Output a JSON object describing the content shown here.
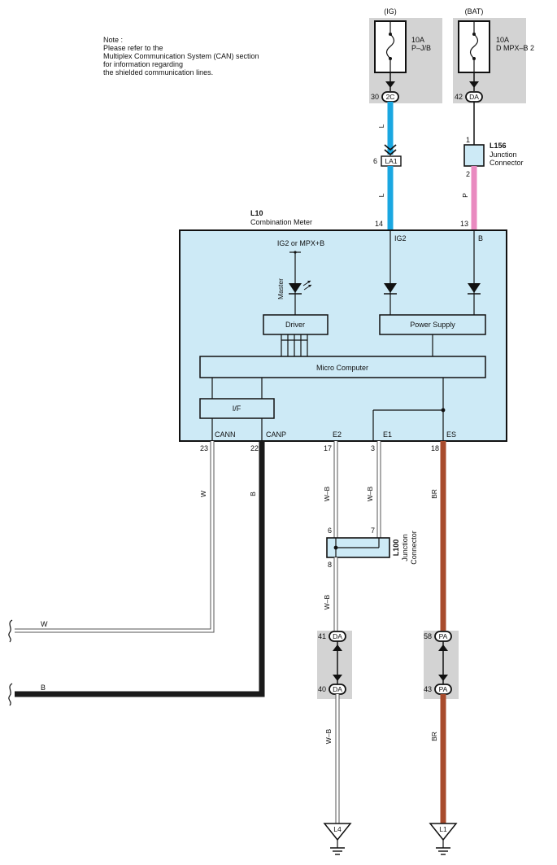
{
  "note": {
    "lines": [
      "Note :",
      "Please refer to the",
      "Multiplex Communication System (CAN) section",
      "for information regarding",
      "the shielded communication lines."
    ]
  },
  "power": {
    "ig": {
      "header": "(IG)",
      "rating": "10A",
      "name": "P–J/B",
      "pin": "30",
      "connector": "2C"
    },
    "bat": {
      "header": "(BAT)",
      "rating": "10A",
      "name": "D MPX–B 2",
      "pin": "42",
      "connector": "DA"
    }
  },
  "wires": {
    "l_upper": "L",
    "l_lower": "L",
    "p": "P",
    "w": "W",
    "b": "B",
    "wb_e2": "W–B",
    "wb_e1": "W–B",
    "br_upper": "BR",
    "wb_mid": "W–B",
    "wb_lower": "W–B",
    "br_lower": "BR",
    "w_left": "W",
    "b_left": "B"
  },
  "la1": {
    "pin": "6",
    "label": "LA1"
  },
  "l156": {
    "id": "L156",
    "desc1": "Junction",
    "desc2": "Connector",
    "pin_top": "1",
    "pin_bottom": "2"
  },
  "meter": {
    "id": "L10",
    "name": "Combination Meter",
    "pin_ig2_num": "14",
    "pin_b_num": "13",
    "term_ig2": "IG2",
    "term_b": "B",
    "supply_label": "IG2 or MPX+B",
    "master_label": "Master",
    "driver": "Driver",
    "power_supply": "Power Supply",
    "micro": "Micro Computer",
    "if": "I/F",
    "terminals": [
      "CANN",
      "CANP",
      "E2",
      "E1",
      "ES"
    ],
    "pins": [
      "23",
      "22",
      "17",
      "3",
      "18"
    ]
  },
  "l100": {
    "id": "L100",
    "desc1": "Junction",
    "desc2": "Connector",
    "pin6": "6",
    "pin7": "7",
    "pin8": "8"
  },
  "inline": {
    "da_top": {
      "pin": "41",
      "label": "DA"
    },
    "da_bottom": {
      "pin": "40",
      "label": "DA"
    },
    "pa_top": {
      "pin": "58",
      "label": "PA"
    },
    "pa_bottom": {
      "pin": "43",
      "label": "PA"
    }
  },
  "grounds": {
    "l4": "L4",
    "l1": "L1"
  },
  "colors": {
    "blue": "#1aa7e1",
    "pink": "#e98ac0",
    "brown": "#a84b2c",
    "black": "#1a1a1a",
    "box_fill": "#cdeaf6",
    "gray_panel": "#d3d3d3"
  }
}
